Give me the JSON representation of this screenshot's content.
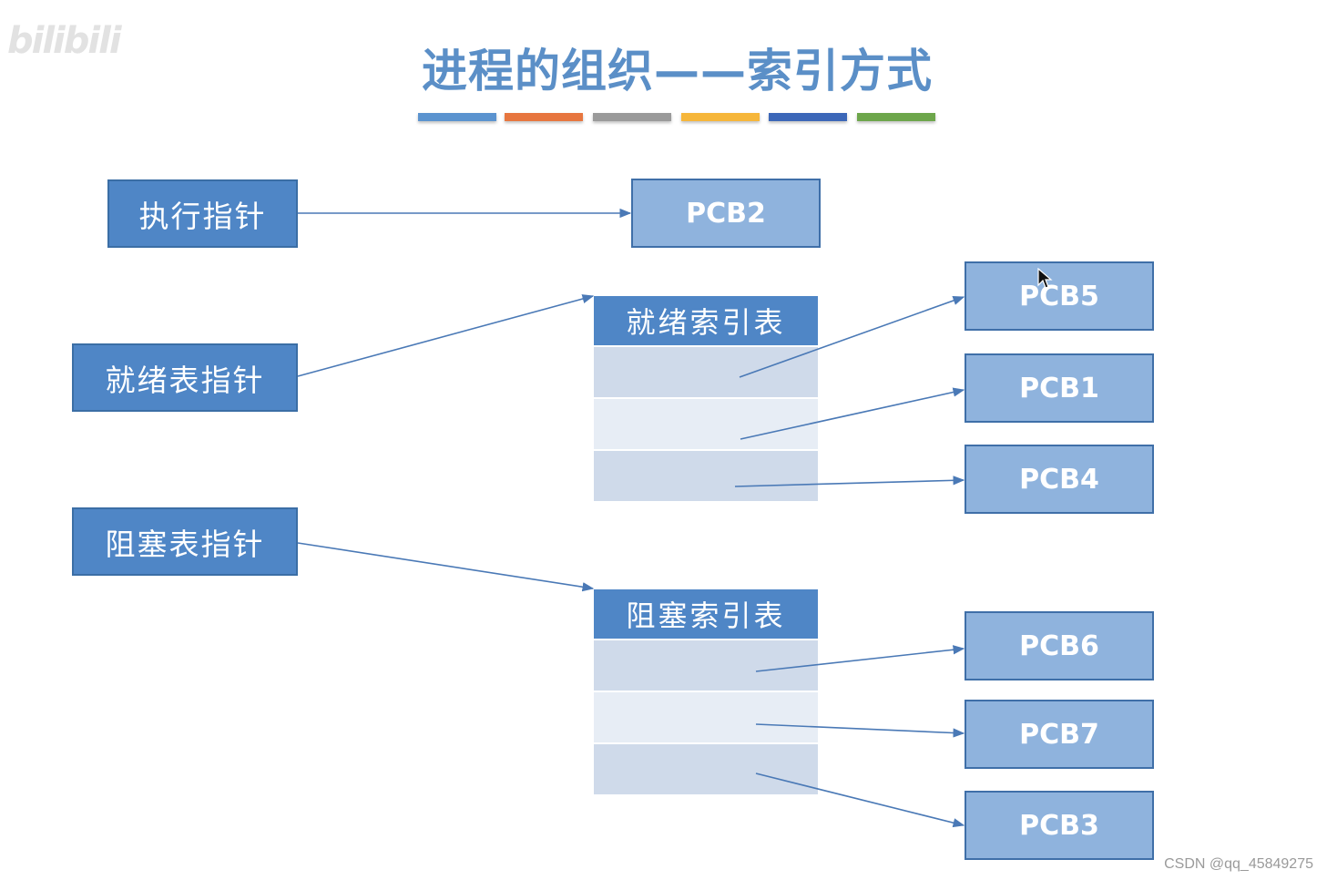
{
  "logo_text": "bilibili",
  "title": "进程的组织——索引方式",
  "colors": {
    "bar_colors": [
      "#5b93cf",
      "#e7763f",
      "#9a9a9a",
      "#f6b63a",
      "#3c67b8",
      "#6da64b"
    ],
    "pointer_fill": "#4f86c6",
    "pcb_fill": "#8fb3dd",
    "arrow": "#4a79b6"
  },
  "pointers": {
    "exec": "执行指针",
    "ready": "就绪表指针",
    "blocked": "阻塞表指针"
  },
  "tables": {
    "ready": "就绪索引表",
    "blocked": "阻塞索引表"
  },
  "pcbs": {
    "pcb2": "PCB2",
    "pcb5": "PCB5",
    "pcb1": "PCB1",
    "pcb4": "PCB4",
    "pcb6": "PCB6",
    "pcb7": "PCB7",
    "pcb3": "PCB3"
  },
  "watermark": "CSDN @qq_45849275"
}
